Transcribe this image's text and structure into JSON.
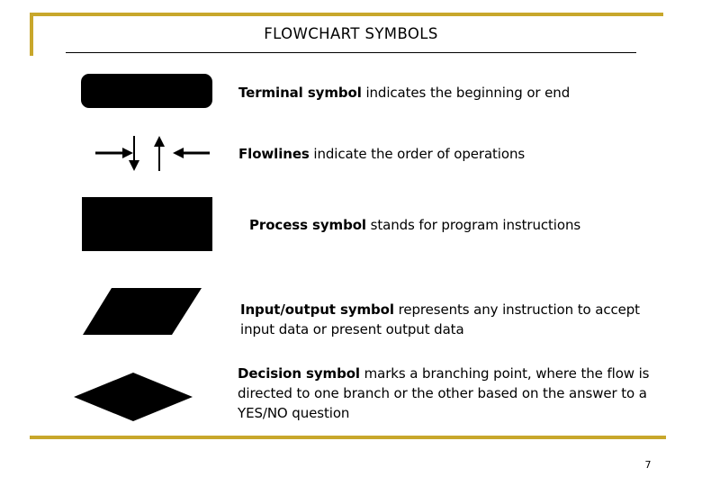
{
  "slide": {
    "title": "FLOWCHART SYMBOLS",
    "page_number": "7",
    "accent_color": "#c8a72b",
    "symbol_color": "#000000",
    "background_color": "#ffffff",
    "rule_color": "#000000"
  },
  "rows": [
    {
      "symbol": "rounded-rectangle",
      "symbol_name": "terminal-symbol-shape",
      "term": "Terminal symbol",
      "description": " indicates the beginning or end",
      "full_text": "Terminal symbol indicates the beginning or end"
    },
    {
      "symbol": "arrows",
      "symbol_name": "flowline-arrows-shape",
      "term": "Flowlines",
      "description": " indicate the order of operations",
      "full_text": "Flowlines indicate the order of operations",
      "arrows": [
        {
          "name": "arrow-right-icon",
          "direction": "right"
        },
        {
          "name": "arrow-down-icon",
          "direction": "down"
        },
        {
          "name": "arrow-up-icon",
          "direction": "up"
        },
        {
          "name": "arrow-left-icon",
          "direction": "left"
        }
      ]
    },
    {
      "symbol": "rectangle",
      "symbol_name": "process-symbol-shape",
      "term": "Process symbol",
      "description": " stands for program instructions",
      "full_text": "Process symbol stands for program instructions"
    },
    {
      "symbol": "parallelogram",
      "symbol_name": "input-output-symbol-shape",
      "term": "Input/output symbol",
      "description": " represents any instruction to accept input data or present output data",
      "full_text": "Input/output symbol represents any instruction to accept input data or present output data"
    },
    {
      "symbol": "diamond",
      "symbol_name": "decision-symbol-shape",
      "term": "Decision symbol",
      "description": " marks a branching point, where the flow is directed to one branch or the other based on the answer to a YES/NO question",
      "full_text": "Decision symbol marks a branching point, where the flow is directed to one branch or the other based on the answer to a YES/NO question"
    }
  ]
}
